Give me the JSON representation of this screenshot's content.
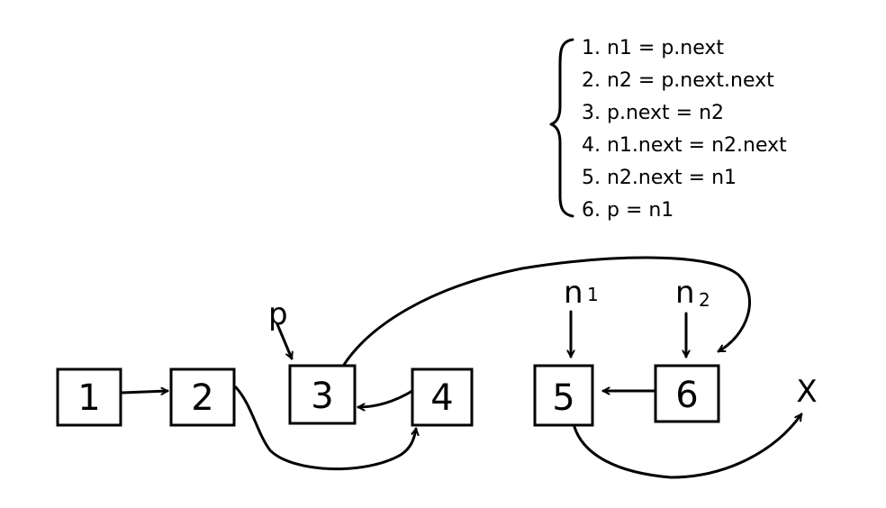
{
  "steps": [
    "1. n1 = p.next",
    "2. n2 = p.next.next",
    "3. p.next = n2",
    "4. n1.next = n2.next",
    "5. n2.next = n1",
    "6. p = n1"
  ],
  "nodes": [
    "1",
    "2",
    "3",
    "4",
    "5",
    "6"
  ],
  "pointers": {
    "p": "p",
    "n1_main": "n",
    "n1_sub": "1",
    "n2_main": "n",
    "n2_sub": "2"
  },
  "null_marker": "X"
}
